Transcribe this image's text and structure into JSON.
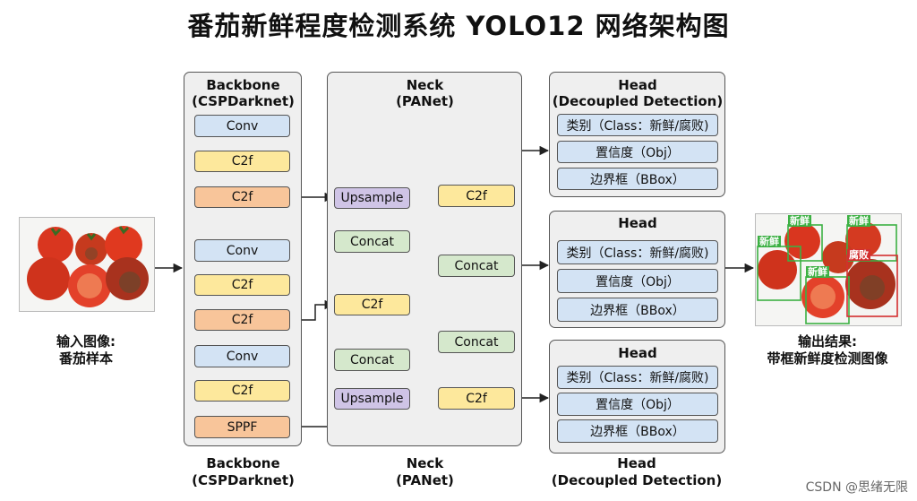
{
  "title": "番茄新鲜程度检测系统 YOLO12 网络架构图",
  "input": {
    "caption_line1": "输入图像:",
    "caption_line2": "番茄样本"
  },
  "output": {
    "caption_line1": "输出结果:",
    "caption_line2": "带框新鲜度检测图像",
    "labels": [
      "新鲜",
      "新鲜",
      "新鲜",
      "腐败",
      "新鲜"
    ]
  },
  "backbone": {
    "title_line1": "Backbone",
    "title_line2": "(CSPDarknet)",
    "blocks": [
      "Conv",
      "C2f",
      "C2f",
      "Conv",
      "C2f",
      "C2f",
      "Conv",
      "C2f",
      "SPPF"
    ],
    "caption_line1": "Backbone",
    "caption_line2": "(CSPDarknet)"
  },
  "neck": {
    "title_line1": "Neck",
    "title_line2": "(PANet)",
    "blocks": [
      "Upsample",
      "Concat",
      "C2f",
      "Concat",
      "Upsample",
      "C2f",
      "Concat",
      "C2f"
    ],
    "caption_line1": "Neck",
    "caption_line2": "(PANet)"
  },
  "heads": [
    {
      "title_line1": "Head",
      "title_line2": "(Decoupled Detection)",
      "rows": [
        "类别（Class：新鲜/腐败)",
        "置信度（Obj）",
        "边界框（BBox）"
      ]
    },
    {
      "title_line1": "Head",
      "rows": [
        "类别（Class：新鲜/腐败)",
        "置信度（Obj）",
        "边界框（BBox）"
      ]
    },
    {
      "title_line1": "Head",
      "rows": [
        "类别（Class：新鲜/腐败)",
        "置信度（Obj）",
        "边界框（BBox）"
      ]
    }
  ],
  "head_caption": {
    "line1": "Head",
    "line2": "(Decoupled Detection)"
  },
  "colors": {
    "conv": "#d3e3f4",
    "c2f": "#fde89c",
    "c2f_out": "#f8c59a",
    "upsample": "#cfc4e6",
    "concat": "#d5e8cc",
    "fresh_box": "#3cb043",
    "rotten_box": "#d32f2f"
  },
  "watermark": "CSDN @思绪无限"
}
